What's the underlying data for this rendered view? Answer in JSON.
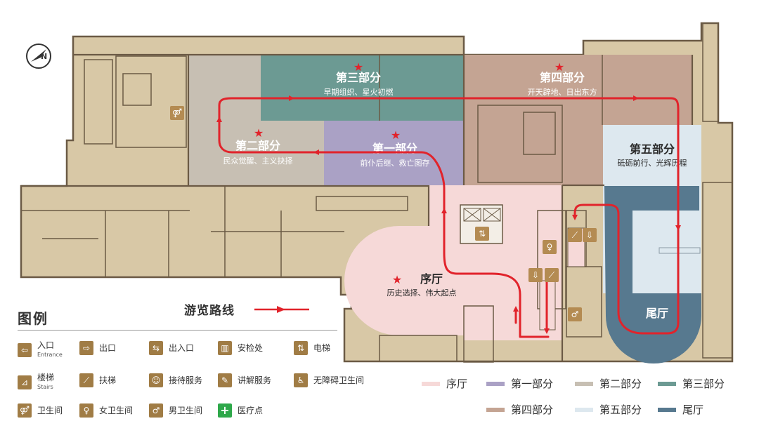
{
  "compass": {
    "icon": "north-compass-icon",
    "letter": "N"
  },
  "zones": {
    "part1": {
      "title": "第一部分",
      "subtitle": "前仆后继、救亡图存",
      "color": "#aaa1c5"
    },
    "part2": {
      "title": "第二部分",
      "subtitle": "民众觉醒、主义抉择",
      "color": "#c7bfb3"
    },
    "part3": {
      "title": "第三部分",
      "subtitle": "早期组织、星火初燃",
      "color": "#6c9a93"
    },
    "part4": {
      "title": "第四部分",
      "subtitle": "开天辟地、日出东方",
      "color": "#c4a493"
    },
    "part5": {
      "title": "第五部分",
      "subtitle": "砥砺前行、光辉历程",
      "color": "#dde8ef"
    },
    "prelude": {
      "title": "序厅",
      "subtitle": "历史选择、伟大起点",
      "color": "#f6d9d8"
    },
    "finale": {
      "title": "尾厅",
      "color": "#57798f"
    }
  },
  "colors": {
    "route": "#e1232b",
    "star": "#e1232b",
    "building": "#d8c8a6",
    "wall": "#6b5a45"
  },
  "route": {
    "label": "游览路线"
  },
  "legend": {
    "title": "图例",
    "items": [
      {
        "label": "入口",
        "sub": "Entrance",
        "icon": "entrance-icon",
        "glyph": "⇦"
      },
      {
        "label": "出口",
        "icon": "exit-icon",
        "glyph": "⇨"
      },
      {
        "label": "出入口",
        "icon": "entrance-exit-icon",
        "glyph": "⇆"
      },
      {
        "label": "安检处",
        "icon": "security-check-icon",
        "glyph": "▥"
      },
      {
        "label": "电梯",
        "icon": "elevator-icon",
        "glyph": "⇅"
      },
      {
        "label": "楼梯",
        "sub": "Stairs",
        "icon": "stairs-icon",
        "glyph": "⊿"
      },
      {
        "label": "扶梯",
        "icon": "escalator-icon",
        "glyph": "⟋"
      },
      {
        "label": "接待服务",
        "icon": "reception-icon",
        "glyph": "☺"
      },
      {
        "label": "讲解服务",
        "icon": "guide-service-icon",
        "glyph": "✎"
      },
      {
        "label": "无障碍卫生间",
        "icon": "accessible-toilet-icon",
        "glyph": "♿"
      },
      {
        "label": "卫生间",
        "icon": "toilet-icon",
        "glyph": "⚤"
      },
      {
        "label": "女卫生间",
        "icon": "female-toilet-icon",
        "glyph": "♀"
      },
      {
        "label": "男卫生间",
        "icon": "male-toilet-icon",
        "glyph": "♂"
      },
      {
        "label": "医疗点",
        "icon": "medical-point-icon",
        "glyph": "+"
      }
    ]
  },
  "color_key": [
    {
      "label": "序厅",
      "color": "#f6d9d8"
    },
    {
      "label": "第一部分",
      "color": "#aaa1c5"
    },
    {
      "label": "第二部分",
      "color": "#c7bfb3"
    },
    {
      "label": "第三部分",
      "color": "#6c9a93"
    },
    {
      "label": "第四部分",
      "color": "#c4a493"
    },
    {
      "label": "第五部分",
      "color": "#dde8ef"
    },
    {
      "label": "尾厅",
      "color": "#57798f"
    }
  ]
}
